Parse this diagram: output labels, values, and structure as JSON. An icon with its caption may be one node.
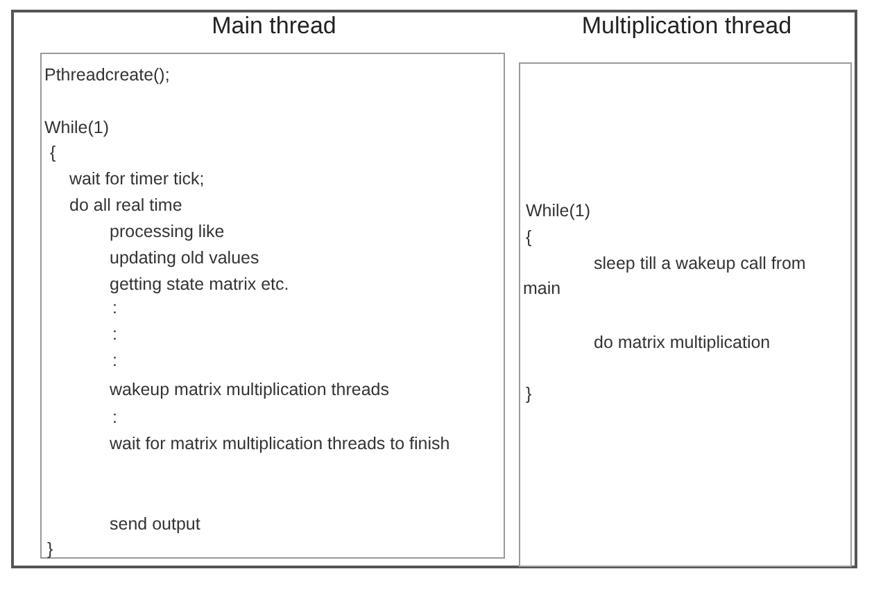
{
  "diagram": {
    "nodes": [
      {
        "text": [
          "Main thread",
          "Pthreadcreate();",
          "While(1)",
          "{",
          "wait for timer tick;",
          "do all real time",
          "processing like",
          "updating old values",
          "getting state matrix etc.",
          ":",
          ":",
          ":",
          "wakeup matrix multiplication threads",
          ":",
          "wait for matrix multiplication threads to finish",
          "send output",
          "}"
        ]
      },
      {
        "text": [
          "Multiplication thread",
          "While(1)",
          "{",
          "sleep till a wakeup call from main",
          "do matrix multiplication",
          "}"
        ]
      }
    ]
  }
}
